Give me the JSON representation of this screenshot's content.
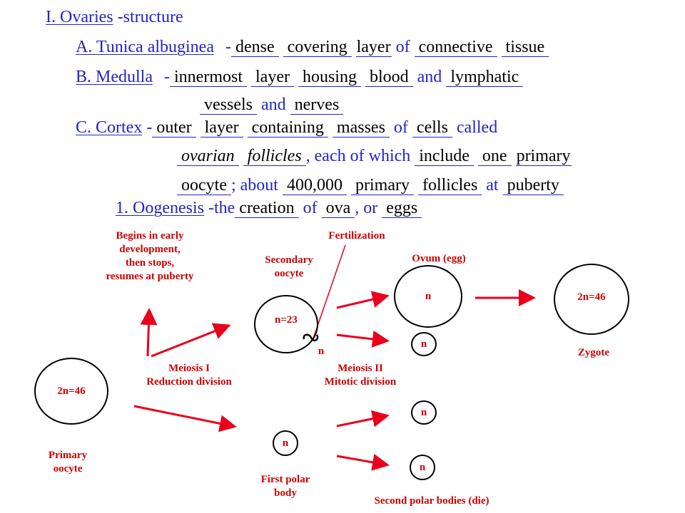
{
  "outline": {
    "heading": {
      "label": "I.  Ovaries",
      "suffix": "-structure"
    },
    "a": {
      "label": "A.  Tunica albuginea",
      "dash": "-",
      "blanks": [
        "dense",
        "covering",
        "layer",
        "connective",
        "tissue"
      ],
      "joiner": "of"
    },
    "b": {
      "label": "B.  Medulla",
      "dash": "-",
      "blanks": [
        "innermost",
        "layer",
        "housing",
        "blood",
        "lymphatic",
        "vessels",
        "nerves"
      ],
      "joiner_and": "and"
    },
    "c": {
      "label": "C.  Cortex",
      "dash": "-",
      "blanks": [
        "outer",
        "layer",
        "containing",
        "masses",
        "cells",
        "ovarian",
        "follicles",
        "include",
        "one",
        "primary",
        "oocyte",
        "400,000",
        "primary",
        "follicles",
        "puberty"
      ],
      "of": "of",
      "called": "called",
      "each_of_which": ", each of which",
      "about": "; about",
      "at": "at"
    },
    "oogenesis": {
      "label": "1.  Oogenesis",
      "text": "-the",
      "blanks": [
        "creation",
        "ova",
        "eggs"
      ],
      "of": "of",
      "or": ", or"
    }
  },
  "diagram": {
    "begins_note": [
      "Begins in early",
      "development,",
      "then stops,",
      "resumes at puberty"
    ],
    "fertilization": "Fertilization",
    "secondary_oocyte": [
      "Secondary",
      "oocyte"
    ],
    "ovum": "Ovum (egg)",
    "primary_cell": "2n=46",
    "primary_label": [
      "Primary",
      "oocyte"
    ],
    "secondary_cell": "n=23",
    "sperm_n": "n",
    "ovum_cell": "n",
    "zygote_cell": "2n=46",
    "zygote_label": "Zygote",
    "meiosis1": [
      "Meiosis I",
      "Reduction division"
    ],
    "meiosis2": [
      "Meiosis II",
      "Mitotic division"
    ],
    "polar1_cell": "n",
    "polar1_label": [
      "First polar",
      "body"
    ],
    "second_polar_cells": [
      "n",
      "n",
      "n"
    ],
    "second_polar_label": "Second polar bodies (die)",
    "colors": {
      "heading_blue": "#2323c8",
      "diagram_red": "#cc0000",
      "arrow_red": "#e8001c"
    }
  }
}
